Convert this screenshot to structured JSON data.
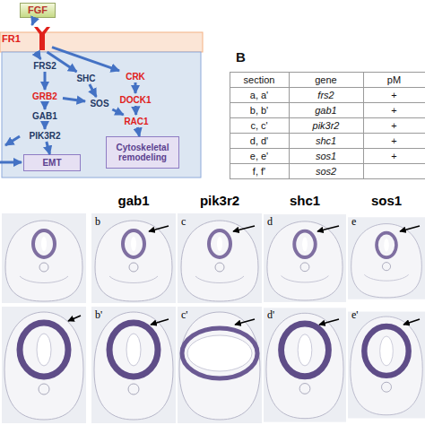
{
  "diagram": {
    "nodes": [
      {
        "text": [
          "FGF"
        ]
      },
      {
        "text": [
          "FR1"
        ]
      },
      {
        "text": [
          "FRS2"
        ]
      },
      {
        "text": [
          "SHC"
        ]
      },
      {
        "text": [
          "CRK"
        ]
      },
      {
        "text": [
          "GRB2"
        ]
      },
      {
        "text": [
          "SOS"
        ]
      },
      {
        "text": [
          "DOCK1"
        ]
      },
      {
        "text": [
          "GAB1"
        ]
      },
      {
        "text": [
          "RAC1"
        ]
      },
      {
        "text": [
          "PIK3R2"
        ]
      },
      {
        "text": [
          "EMT"
        ]
      },
      {
        "text": [
          "Cytoskeletal remodeling"
        ]
      }
    ],
    "edges": [
      {
        "from": 0,
        "to": 1,
        "arrow": "to"
      },
      {
        "from": 1,
        "to": 2,
        "arrow": "to"
      },
      {
        "from": 1,
        "to": 3,
        "arrow": "to"
      },
      {
        "from": 1,
        "to": 4,
        "arrow": "to"
      },
      {
        "from": 2,
        "to": 5,
        "arrow": "to"
      },
      {
        "from": 3,
        "to": 6,
        "arrow": "to"
      },
      {
        "from": 5,
        "to": 6,
        "arrow": "to"
      },
      {
        "from": 5,
        "to": 8,
        "arrow": "to"
      },
      {
        "from": 6,
        "to": 9,
        "arrow": "to"
      },
      {
        "from": 4,
        "to": 7,
        "arrow": "to"
      },
      {
        "from": 7,
        "to": 9,
        "arrow": "to"
      },
      {
        "from": 8,
        "to": 10,
        "arrow": "to"
      },
      {
        "from": 10,
        "to": 11,
        "arrow": "to"
      },
      {
        "from": 9,
        "to": 12,
        "arrow": "to"
      }
    ],
    "labels": [
      "B",
      "section",
      "gene",
      "pM",
      "a, a'",
      "frs2",
      "+",
      "b, b'",
      "gab1",
      "+",
      "c, c'",
      "pik3r2",
      "+",
      "d, d'",
      "shc1",
      "+",
      "e, e'",
      "sos1",
      "+",
      "f, f'",
      "sos2",
      "gab1",
      "pik3r2",
      "shc1",
      "sos1",
      "b",
      "c",
      "d",
      "e",
      "b'",
      "c'",
      "d'",
      "e'"
    ]
  }
}
